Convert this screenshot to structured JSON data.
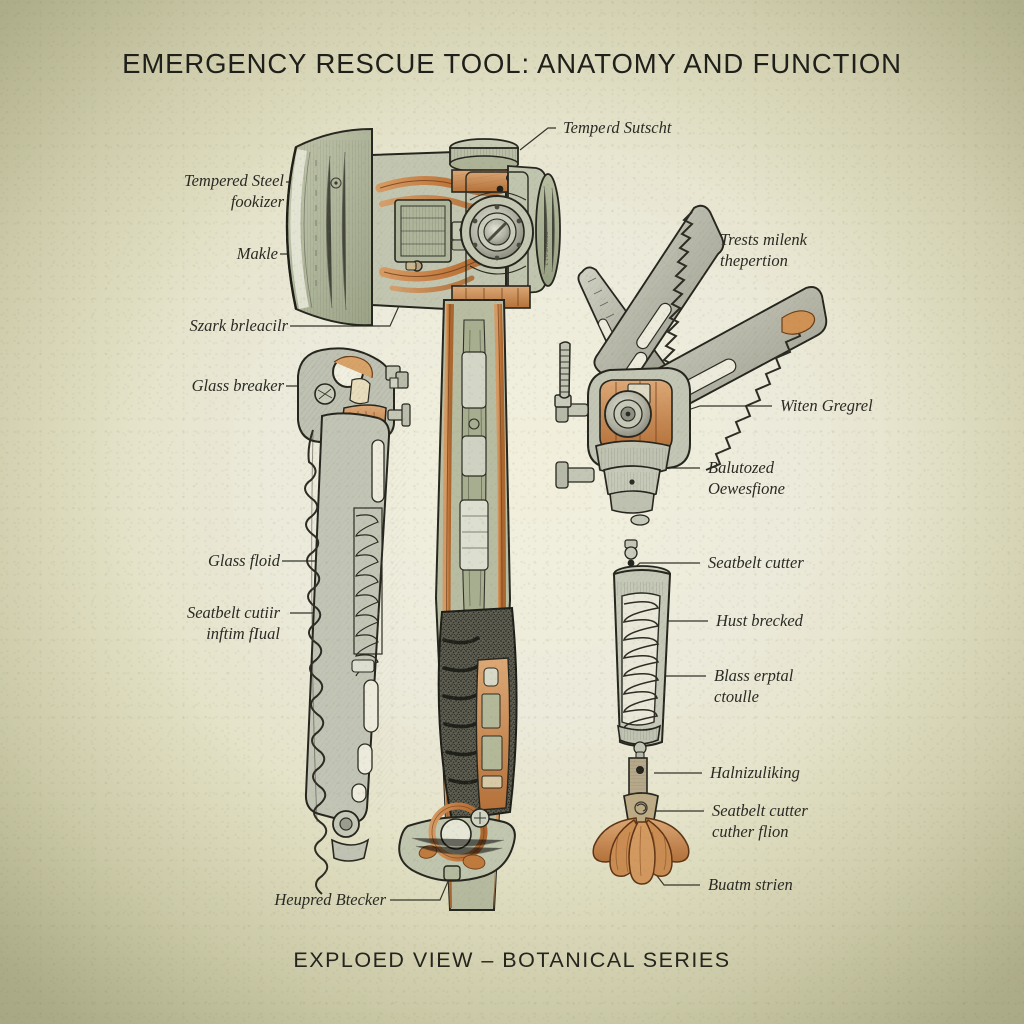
{
  "poster": {
    "title": "EMERGENCY RESCUE TOOL: ANATOMY AND FUNCTION",
    "caption": "EXPLOED VIEW – BOTANICAL SERIES",
    "background_color": "#e8e6cf",
    "ink_color": "#2a2a24",
    "accent_copper": "#c8814a",
    "accent_sage": "#a9ae8e",
    "accent_steel": "#b9b9ad"
  },
  "labels": {
    "left": [
      {
        "id": "tempered-steel",
        "line1": "Tempered Steel",
        "line2": "fookizer"
      },
      {
        "id": "makle",
        "line1": "Makle",
        "line2": ""
      },
      {
        "id": "szatk-brleaciir",
        "line1": "Szark brleacilr",
        "line2": ""
      },
      {
        "id": "glass-breaker",
        "line1": "Glass breaker",
        "line2": ""
      },
      {
        "id": "glass-floid",
        "line1": "Glass floid",
        "line2": ""
      },
      {
        "id": "seatbelt-cutiir",
        "line1": "Seatbelt cutiir",
        "line2": "inftim fIual"
      },
      {
        "id": "heupred-btecker",
        "line1": "Heupred Btecker",
        "line2": ""
      }
    ],
    "top": [
      {
        "id": "tempeed-sutscht",
        "line1": "Tempeɾd Sutscht",
        "line2": ""
      }
    ],
    "right": [
      {
        "id": "trests-milenk",
        "line1": "Trests milenk",
        "line2": "thepertion"
      },
      {
        "id": "witen-gregrel",
        "line1": "Witen Gregrel",
        "line2": ""
      },
      {
        "id": "balutozed",
        "line1": "Balutozed",
        "line2": "Oewesfione"
      },
      {
        "id": "seatbelt-cutter-1",
        "line1": "Seatbelt cutter",
        "line2": ""
      },
      {
        "id": "hust-brecked",
        "line1": "Hust brecked",
        "line2": ""
      },
      {
        "id": "blass-erptal",
        "line1": "Blass erptal",
        "line2": "ctoulle"
      },
      {
        "id": "halnizuliking",
        "line1": "Halnizuliking",
        "line2": ""
      },
      {
        "id": "seatbelt-cutter-2",
        "line1": "Seatbelt cutter",
        "line2": "cuther flion"
      },
      {
        "id": "buatm-strien",
        "line1": "Buatm strien",
        "line2": ""
      }
    ]
  },
  "figures": [
    {
      "id": "axe-assembly",
      "name": "Exploded axe: head, shaft, grip, pommel"
    },
    {
      "id": "saw-blade-tool",
      "name": "Folding saw blade with glass breaker head"
    },
    {
      "id": "multitool-cluster",
      "name": "Fanned serrated multitool blades on copper pivot"
    },
    {
      "id": "spring-sleeve",
      "name": "Coil-spring grip sleeve"
    },
    {
      "id": "petal-burst",
      "name": "Botanical petal burst terminal"
    },
    {
      "id": "bolt-pin",
      "name": "Threaded bolt and pin"
    }
  ]
}
